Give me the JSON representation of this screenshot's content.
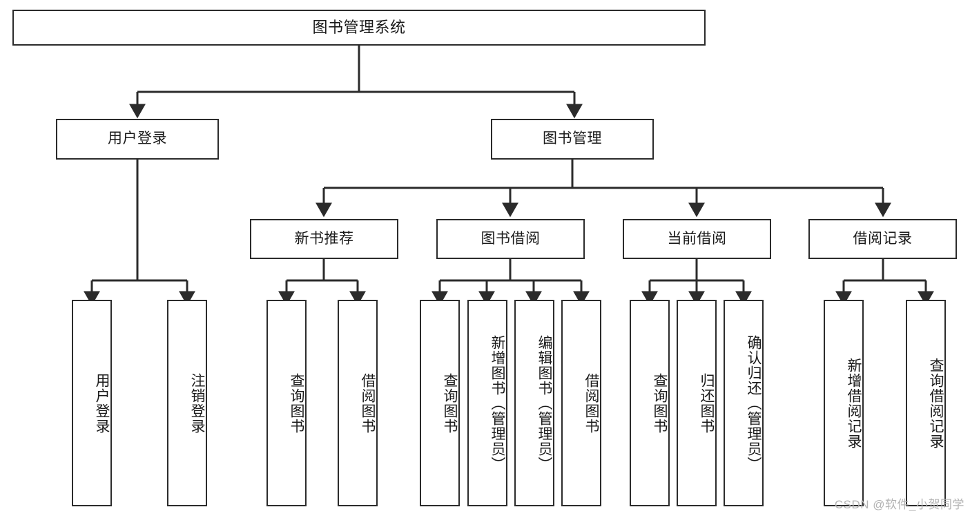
{
  "diagram": {
    "title": "图书管理系统",
    "type": "tree",
    "orientation": "top-down",
    "colors": {
      "background": "#ffffff",
      "node_border": "#2b2b2b",
      "node_fill": "#ffffff",
      "edge": "#2b2b2b",
      "text": "#1a1a1a",
      "watermark": "#b3b3b3"
    },
    "root": {
      "label": "图书管理系统"
    },
    "level2": [
      {
        "label": "用户登录"
      },
      {
        "label": "图书管理"
      }
    ],
    "level3": [
      {
        "label": "新书推荐"
      },
      {
        "label": "图书借阅"
      },
      {
        "label": "当前借阅"
      },
      {
        "label": "借阅记录"
      }
    ],
    "leaves": {
      "user_login": [
        {
          "label": "用户登录"
        },
        {
          "label": "注销登录"
        }
      ],
      "new_book_recommend": [
        {
          "label": "查询图书"
        },
        {
          "label": "借阅图书"
        }
      ],
      "book_borrow": [
        {
          "label": "查询图书"
        },
        {
          "label": "新增图书（管理员）"
        },
        {
          "label": "编辑图书（管理员）"
        },
        {
          "label": "借阅图书"
        }
      ],
      "current_borrow": [
        {
          "label": "查询图书"
        },
        {
          "label": "归还图书"
        },
        {
          "label": "确认归还（管理员）"
        }
      ],
      "borrow_record": [
        {
          "label": "新增借阅记录"
        },
        {
          "label": "查询借阅记录"
        }
      ]
    }
  },
  "watermark": {
    "text": "CSDN @软件_小贺同学"
  }
}
